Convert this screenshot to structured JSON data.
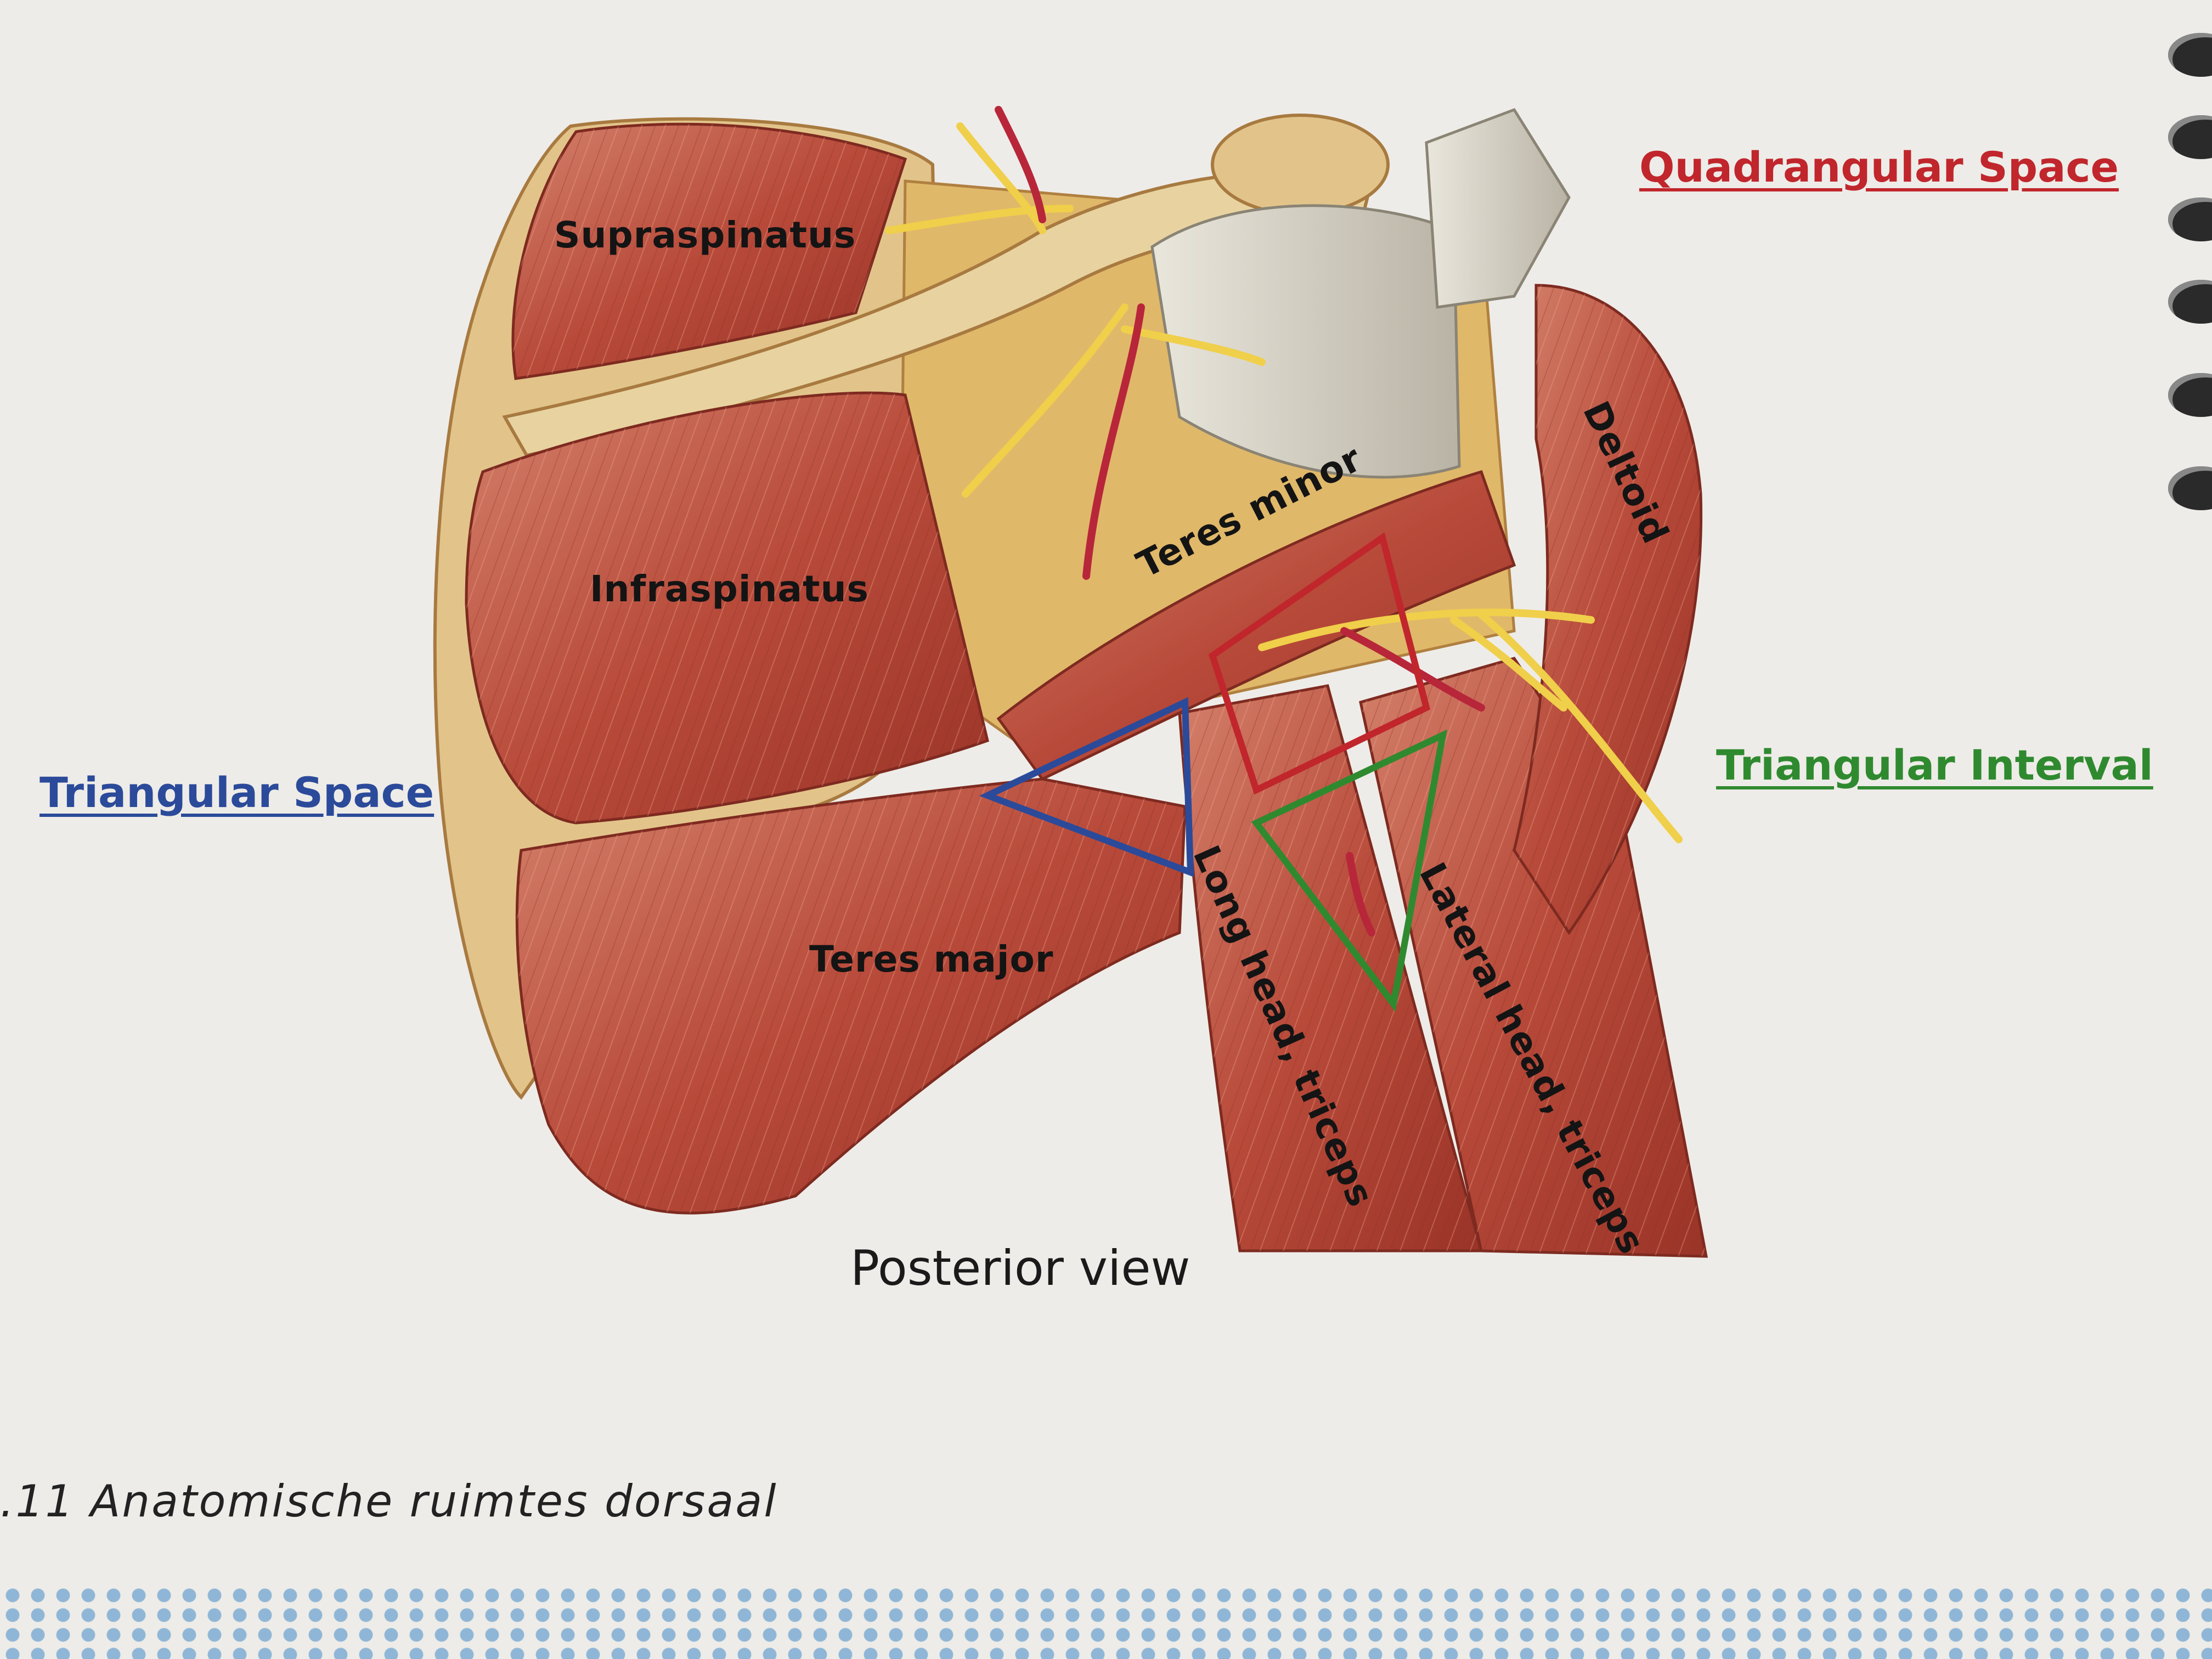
{
  "labels": {
    "supraspinatus": "Supraspinatus",
    "infraspinatus": "Infraspinatus",
    "teres_minor": "Teres minor",
    "teres_major": "Teres major",
    "deltoid": "Deltoid",
    "long_head": "Long head, triceps",
    "lateral_head": "Lateral head, triceps"
  },
  "spaces": {
    "quadrangular": {
      "label": "Quadrangular Space",
      "color": "#c0262c"
    },
    "triangular_space": {
      "label": "Triangular Space",
      "color": "#2b4a9a"
    },
    "triangular_interval": {
      "label": "Triangular Interval",
      "color": "#2f8a2f"
    }
  },
  "view_caption": "Posterior view",
  "figure_caption": ".11 Anatomische ruimtes dorsaal",
  "colors": {
    "muscle": "#b84a3a",
    "muscle_light": "#d77a63",
    "tendon": "#d9d4c6",
    "bone": "#e0b86a",
    "nerve": "#f0cf4a",
    "artery": "#b8263a",
    "page": "#eeece8"
  }
}
